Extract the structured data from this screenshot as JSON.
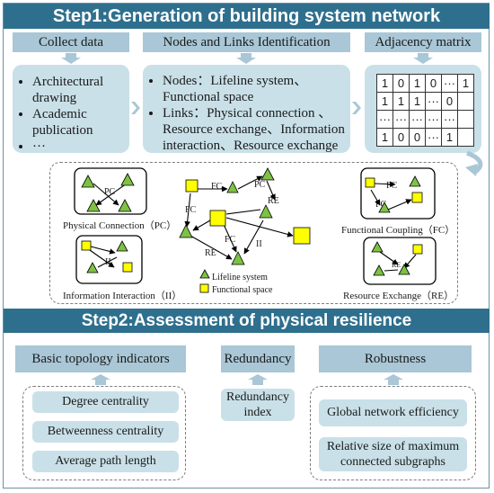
{
  "step1": {
    "title": "Step1:Generation of building system network",
    "collect": {
      "header": "Collect data",
      "items": [
        "Architectural drawing",
        "Academic publication",
        "···"
      ]
    },
    "nodes_links": {
      "header": "Nodes and Links Identification",
      "nodes": "Nodes：Lifeline system、Functional space",
      "links": "Links：Physical connection 、Resource exchange、Information interaction、Resource exchange"
    },
    "adjacency": {
      "header": "Adjacency matrix",
      "rows": [
        [
          "1",
          "0",
          "1",
          "0",
          "···",
          "1"
        ],
        [
          "1",
          "1",
          "1",
          "···",
          "0"
        ],
        [
          "···",
          "···",
          "···",
          "···",
          "···"
        ],
        [
          "1",
          "0",
          "0",
          "···",
          "1"
        ]
      ]
    },
    "network": {
      "pc_label": "Physical Connection（PC）",
      "ii_label": "Information Interaction（II）",
      "fc_label": "Functional Coupling（FC）",
      "re_label": "Resource Exchange（RE）",
      "legend_lifeline": "Lifeline system",
      "legend_functional": "Functional space",
      "edge_pc": "PC",
      "edge_fc": "FC",
      "edge_re": "RE",
      "edge_ii": "II"
    }
  },
  "step2": {
    "title": "Step2:Assessment of physical resilience",
    "basic": {
      "header": "Basic topology indicators",
      "items": [
        "Degree centrality",
        "Betweenness centrality",
        "Average path length"
      ]
    },
    "redundancy": {
      "header": "Redundancy",
      "items": [
        "Redundancy index"
      ]
    },
    "robustness": {
      "header": "Robustness",
      "items": [
        "Global network efficiency",
        "Relative size of maximum connected subgraphs"
      ]
    }
  },
  "colors": {
    "banner": "#2e6f8e",
    "header": "#a9c7d6",
    "content": "#c9e0e8",
    "lifeline_node": "#7dc242",
    "functional_node": "#ffff00"
  }
}
